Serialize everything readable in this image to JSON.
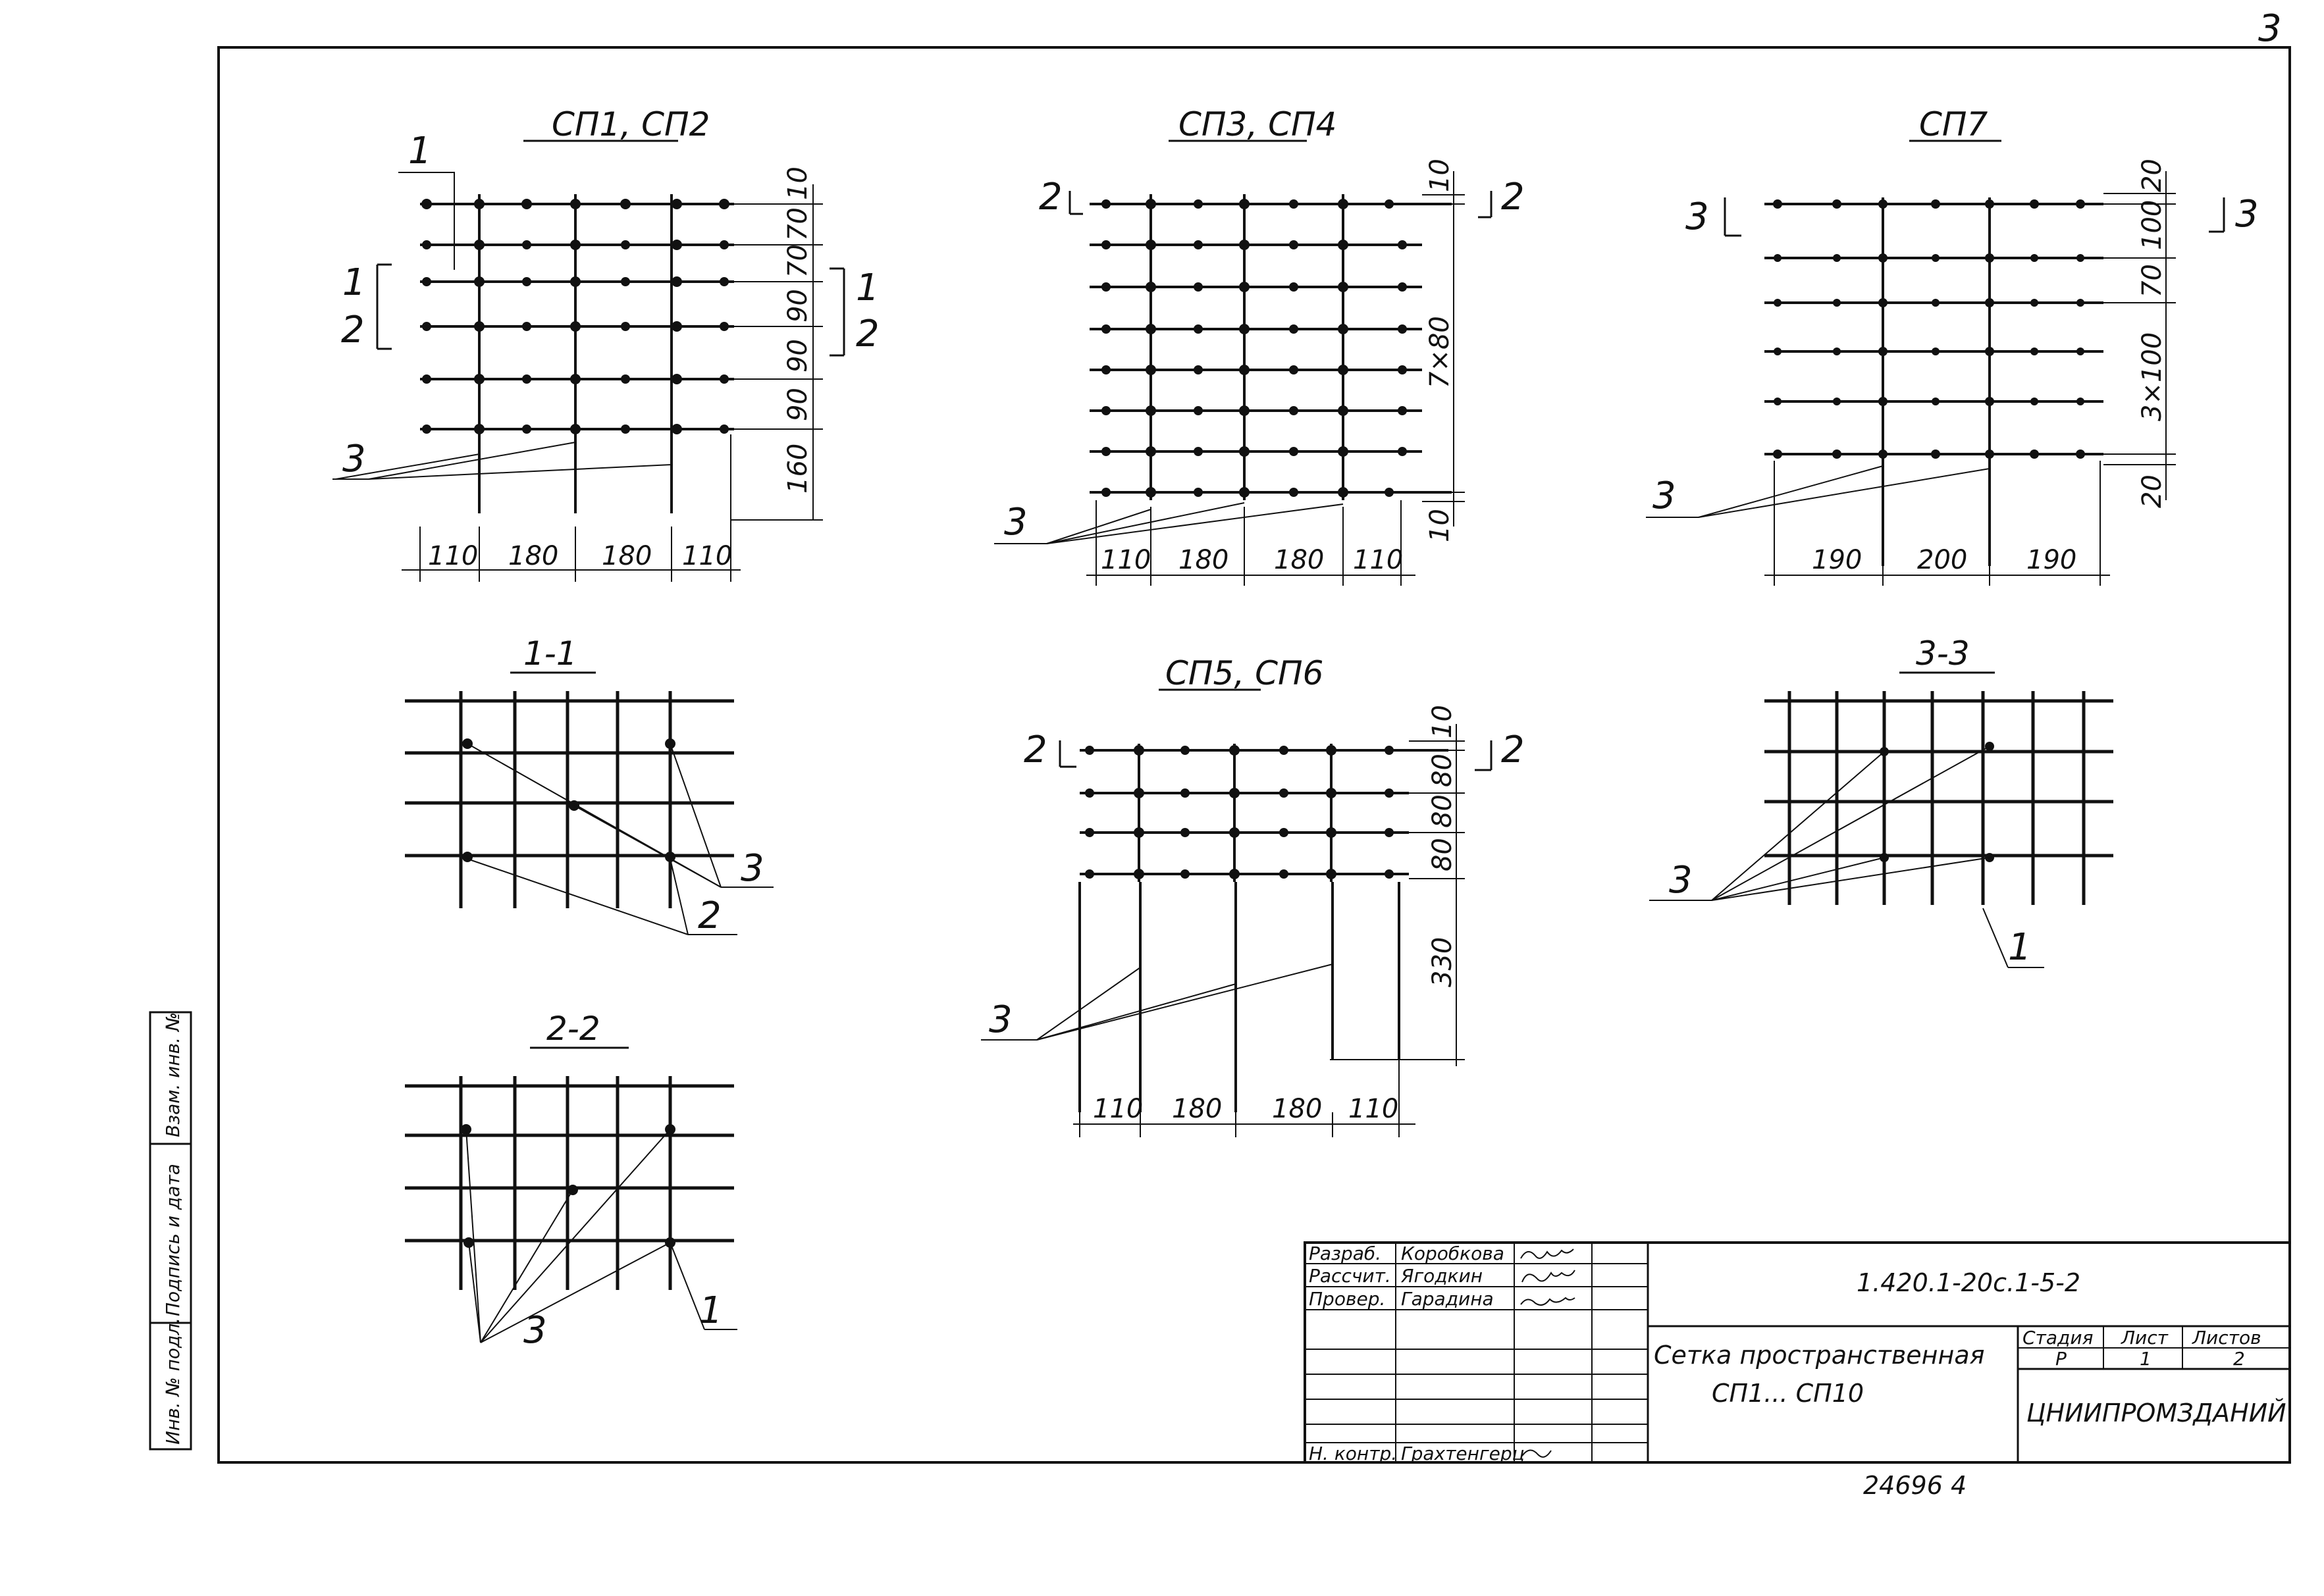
{
  "page_number": "3",
  "views": {
    "sp1_sp2": {
      "title": "СП1, СП2",
      "dims_bottom": [
        "110",
        "180",
        "180",
        "110"
      ],
      "dims_right": [
        "10",
        "70",
        "70",
        "90",
        "90",
        "90",
        "160"
      ],
      "callouts": {
        "rod": "1",
        "section": "3",
        "cut_top_left": "1",
        "cut_bottom_left": "2",
        "cut_top_right": "1",
        "cut_bottom_right": "2"
      }
    },
    "sp3_sp4": {
      "title": "СП3, СП4",
      "dims_bottom": [
        "110",
        "180",
        "180",
        "110"
      ],
      "dims_right": [
        "10",
        "7×80",
        "10"
      ],
      "callouts": {
        "cut_left": "2",
        "cut_right": "2",
        "section": "3"
      }
    },
    "sp7": {
      "title": "СП7",
      "dims_bottom": [
        "190",
        "200",
        "190"
      ],
      "dims_right": [
        "20",
        "100",
        "70",
        "3×100",
        "20"
      ],
      "callouts": {
        "cut_left": "3",
        "cut_right": "3",
        "section": "3"
      }
    },
    "sp5_sp6": {
      "title": "СП5, СП6",
      "dims_bottom": [
        "110",
        "180",
        "180",
        "110"
      ],
      "dims_right": [
        "10",
        "80",
        "80",
        "80",
        "330"
      ],
      "callouts": {
        "cut_left": "2",
        "cut_right": "2",
        "section": "3"
      }
    },
    "section_1_1": {
      "title": "1-1",
      "callouts": [
        "3",
        "2"
      ]
    },
    "section_2_2": {
      "title": "2-2",
      "callouts": [
        "3",
        "1"
      ]
    },
    "section_3_3": {
      "title": "3-3",
      "callouts": [
        "3",
        "1"
      ]
    }
  },
  "title_block": {
    "rows": [
      {
        "role": "Разраб.",
        "name": "Коробкова"
      },
      {
        "role": "Рассчит.",
        "name": "Ягодкин"
      },
      {
        "role": "Провер.",
        "name": "Гарадина"
      },
      {
        "role": "",
        "name": ""
      },
      {
        "role": "",
        "name": ""
      },
      {
        "role": "",
        "name": ""
      },
      {
        "role": "Н. контр.",
        "name": "Грахтенгерц"
      }
    ],
    "document_code": "1.420.1-20с.1-5-2",
    "description_line1": "Сетка пространственная",
    "description_line2": "СП1... СП10",
    "stage_label": "Стадия",
    "sheet_label": "Лист",
    "sheets_label": "Листов",
    "stage_value": "Р",
    "sheet_value": "1",
    "sheets_value": "2",
    "organization": "ЦНИИПРОМЗДАНИЙ"
  },
  "side_stamp": [
    "Инв. № подл.",
    "Подпись и дата",
    "Взам. инв. №"
  ],
  "footer_number": "24696   4"
}
